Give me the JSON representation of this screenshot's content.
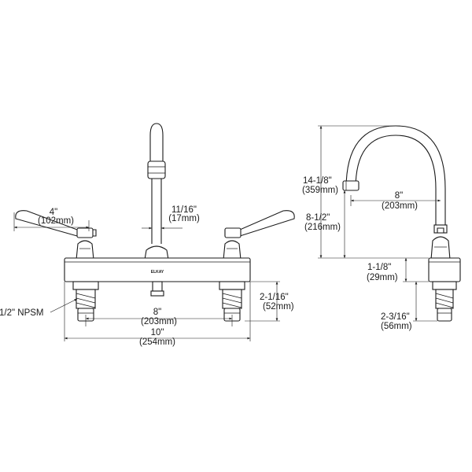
{
  "brand_mark": "ELKAY",
  "front_view": {
    "handle_spacing": {
      "imperial": "4\"",
      "metric": "(102mm)"
    },
    "spout_diameter": {
      "imperial": "11/16\"",
      "metric": "(17mm)"
    },
    "shank_height": {
      "imperial": "2-1/16\"",
      "metric": "(52mm)"
    },
    "thread": "1/2\" NPSM",
    "centers": {
      "imperial": "8\"",
      "metric": "(203mm)"
    },
    "overall_width": {
      "imperial": "10\"",
      "metric": "(254mm)"
    }
  },
  "side_view": {
    "overall_height": {
      "imperial": "14-1/8\"",
      "metric": "(359mm)"
    },
    "spout_reach": {
      "imperial": "8\"",
      "metric": "(203mm)"
    },
    "spout_height": {
      "imperial": "8-1/2\"",
      "metric": "(216mm)"
    },
    "base_height": {
      "imperial": "1-1/8\"",
      "metric": "(29mm)"
    },
    "shank_length": {
      "imperial": "2-3/16\"",
      "metric": "(56mm)"
    }
  }
}
